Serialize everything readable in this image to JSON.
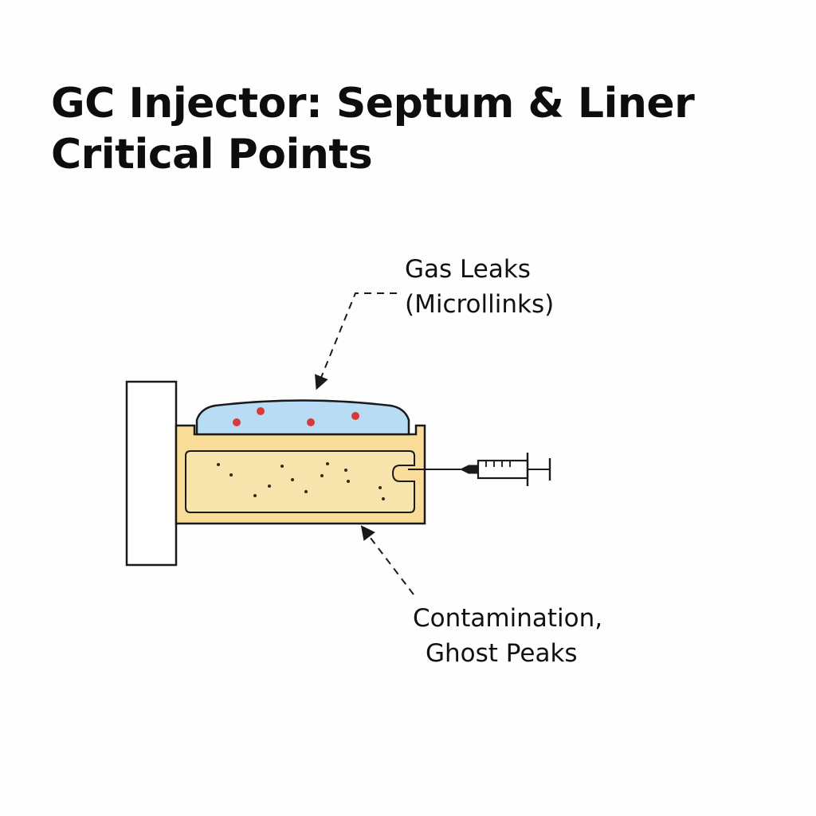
{
  "title": {
    "line1": "GC Injector: Septum & Liner",
    "line2": "Critical Points"
  },
  "callouts": {
    "septum": {
      "line1": "Gas Leaks",
      "line2": "(Microllinks)"
    },
    "liner": {
      "line1": "Contamination,",
      "line2": "Ghost Peaks"
    }
  },
  "colors": {
    "text": "#111111",
    "outline": "#1a1a1a",
    "septum_fill": "#b9dcf5",
    "liner_fill": "#f9dc98",
    "liner_inner_fill": "#f8e4ad",
    "leak_dot": "#d83a3a",
    "particle": "#3a2a14"
  },
  "icons": {
    "syringe": "syringe-icon",
    "septum_arrow": "dashed-arrow-down",
    "liner_arrow": "dashed-arrow-up"
  }
}
